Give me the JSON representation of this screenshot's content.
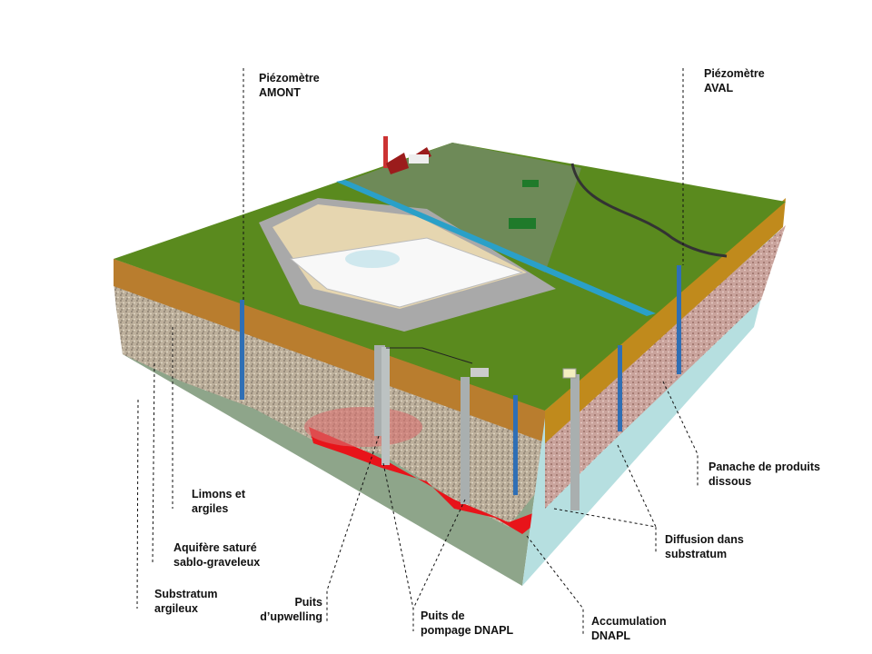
{
  "labels": {
    "piezo_amont": [
      "Piézomètre",
      "AMONT"
    ],
    "piezo_aval": [
      "Piézomètre",
      "AVAL"
    ],
    "limons": [
      "Limons et",
      "argiles"
    ],
    "aquifere": [
      "Aquifère saturé",
      "sablo-graveleux"
    ],
    "substratum": [
      "Substratum",
      "argileux"
    ],
    "upwelling": [
      "Puits",
      "d’upwelling"
    ],
    "pompage": [
      "Puits de",
      "pompage DNAPL"
    ],
    "accumulation": [
      "Accumulation",
      "DNAPL"
    ],
    "diffusion": [
      "Diffusion  dans",
      "substratum"
    ],
    "panache": [
      "Panache de produits",
      "dissous"
    ]
  },
  "colors": {
    "surface": "#5a8a1e",
    "topsoil": "#b97d2e",
    "gravel": "#b8ab98",
    "substratum_front": "#8ea58a",
    "substratum_side": "#b6dfe0",
    "dnapl": "#e8141a",
    "plume": "#c98a86",
    "piezometer": "#2f6fb5",
    "well": "#a9afaf",
    "canal": "#2aa0c8"
  }
}
